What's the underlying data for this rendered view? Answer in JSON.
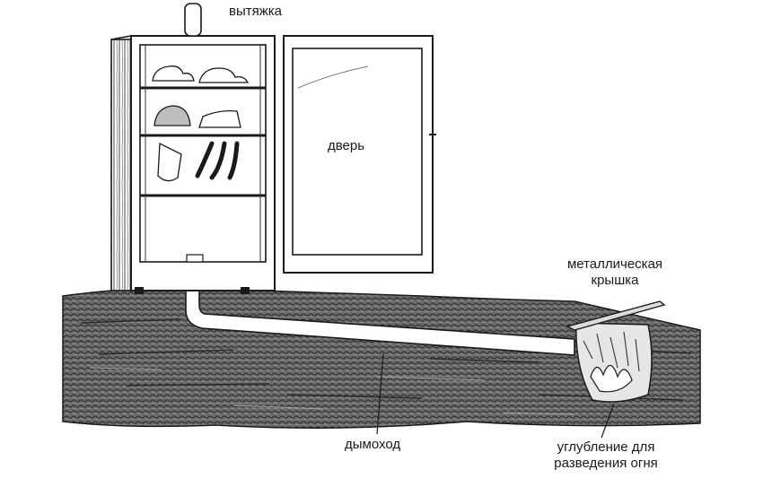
{
  "labels": {
    "exhaust": "вытяжка",
    "door": "дверь",
    "metal_lid_line1": "металлическая",
    "metal_lid_line2": "крышка",
    "chimney": "дымоход",
    "fire_pit_line1": "углубление для",
    "fire_pit_line2": "разведения огня"
  },
  "colors": {
    "ink": "#1a1a1a",
    "ground": "#5a5a5a",
    "paper": "#ffffff"
  }
}
